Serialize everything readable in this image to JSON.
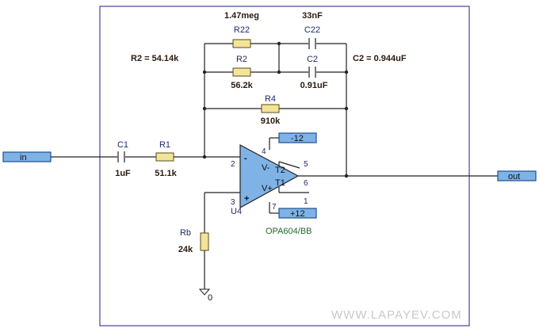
{
  "colors": {
    "frame": "#1e1e8a",
    "wire": "#222222",
    "resistor_fill": "#f4e49a",
    "tag_fill": "#7fb3e6",
    "opamp_fill": "#7fb3e6"
  },
  "summary": {
    "r2_total": "R2 = 54.14k",
    "c2_total": "C2 = 0.944uF"
  },
  "ports": {
    "in": "in",
    "out": "out",
    "neg_supply": "-12",
    "pos_supply": "+12"
  },
  "components": {
    "r22": {
      "name": "R22",
      "value": "1.47meg"
    },
    "c22": {
      "name": "C22",
      "value": "33nF"
    },
    "r2": {
      "name": "R2",
      "value": "56.2k"
    },
    "c2": {
      "name": "C2",
      "value": "0.91uF"
    },
    "r4": {
      "name": "R4",
      "value": "910k"
    },
    "c1": {
      "name": "C1",
      "value": "1uF"
    },
    "r1": {
      "name": "R1",
      "value": "51.1k"
    },
    "rb": {
      "name": "Rb",
      "value": "24k"
    }
  },
  "opamp": {
    "ref": "U4",
    "part": "OPA604/BB",
    "pin_2": "2",
    "pin_3": "3",
    "pin_4": "4",
    "pin_5": "5",
    "pin_6": "6",
    "pin_7": "7",
    "pin_1": "1",
    "minus_sign": "-",
    "plus_sign": "+",
    "vminus": "V-",
    "vplus": "V+",
    "t2": "T2",
    "t1": "T1"
  },
  "ground": {
    "label": "0"
  },
  "watermark": "WWW.LAPAYEV.COM"
}
